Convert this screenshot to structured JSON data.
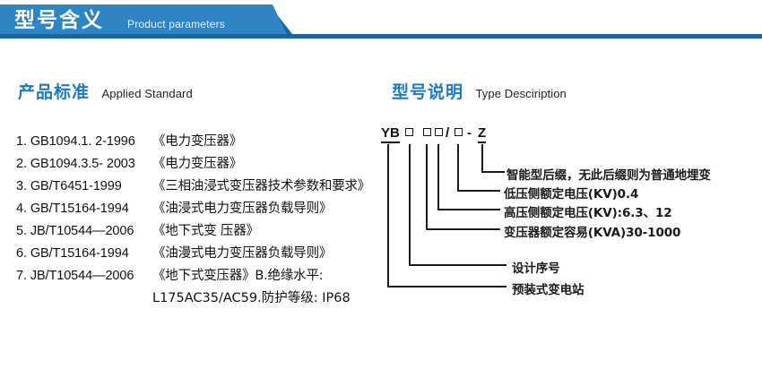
{
  "banner": {
    "title_cn": "型号含义",
    "title_en": "Product parameters",
    "color_dark": "#1b65a5",
    "color_light": "#2f84c4"
  },
  "standard_section": {
    "heading_cn": "产品标准",
    "heading_en": "Applied Standard",
    "accent_color": "#1f7ac4",
    "items": [
      {
        "no": "1.",
        "code": "GB1094.1. 2-1996",
        "name": "《电力变压器》"
      },
      {
        "no": "2.",
        "code": "GB1094.3.5- 2003",
        "name": "《电力变压器》"
      },
      {
        "no": "3.",
        "code": "GB/T6451-1999",
        "name": "《三相油浸式变压器技术参数和要求》"
      },
      {
        "no": "4.",
        "code": "GB/T15164-1994",
        "name": "《油浸式电力变压器负载导则》"
      },
      {
        "no": "5.",
        "code": "JB/T10544—2006",
        "name": "《地下式变 压器》"
      },
      {
        "no": "6.",
        "code": "GB/T15164-1994",
        "name": "《油漫式电力变压器负载导则》"
      },
      {
        "no": "7.",
        "code": "JB/T10544—2006",
        "name": "《地下式变压器》B.绝缘水平:"
      }
    ],
    "continuation": "L175AC35/AC59.防护等级: IP68"
  },
  "type_section": {
    "heading_cn": "型号说明",
    "heading_en": "Type Desciription",
    "accent_color": "#1f7ac4",
    "code_parts": [
      {
        "text": "YB",
        "kind": "letters"
      },
      {
        "text": "□",
        "kind": "box"
      },
      {
        "text": "□",
        "kind": "box"
      },
      {
        "text": "□",
        "kind": "box"
      },
      {
        "text": "/",
        "kind": "slash"
      },
      {
        "text": "□",
        "kind": "box"
      },
      {
        "text": "-",
        "kind": "dash"
      },
      {
        "text": "Z",
        "kind": "letters"
      }
    ],
    "code_display": "YB □ □□/□ - Z",
    "labels": [
      {
        "id": "suffix",
        "text": "智能型后缀，无此后缀则为普通地埋变"
      },
      {
        "id": "lv",
        "text": "低压侧额定电压(KV)0.4"
      },
      {
        "id": "hv",
        "text": "高压侧额定电压(KV):6.3、12"
      },
      {
        "id": "capacity",
        "text": "变压器额定容易(KVA)30-1000"
      },
      {
        "id": "design-no",
        "text": "设计序号"
      },
      {
        "id": "station",
        "text": "预装式变电站"
      }
    ]
  }
}
